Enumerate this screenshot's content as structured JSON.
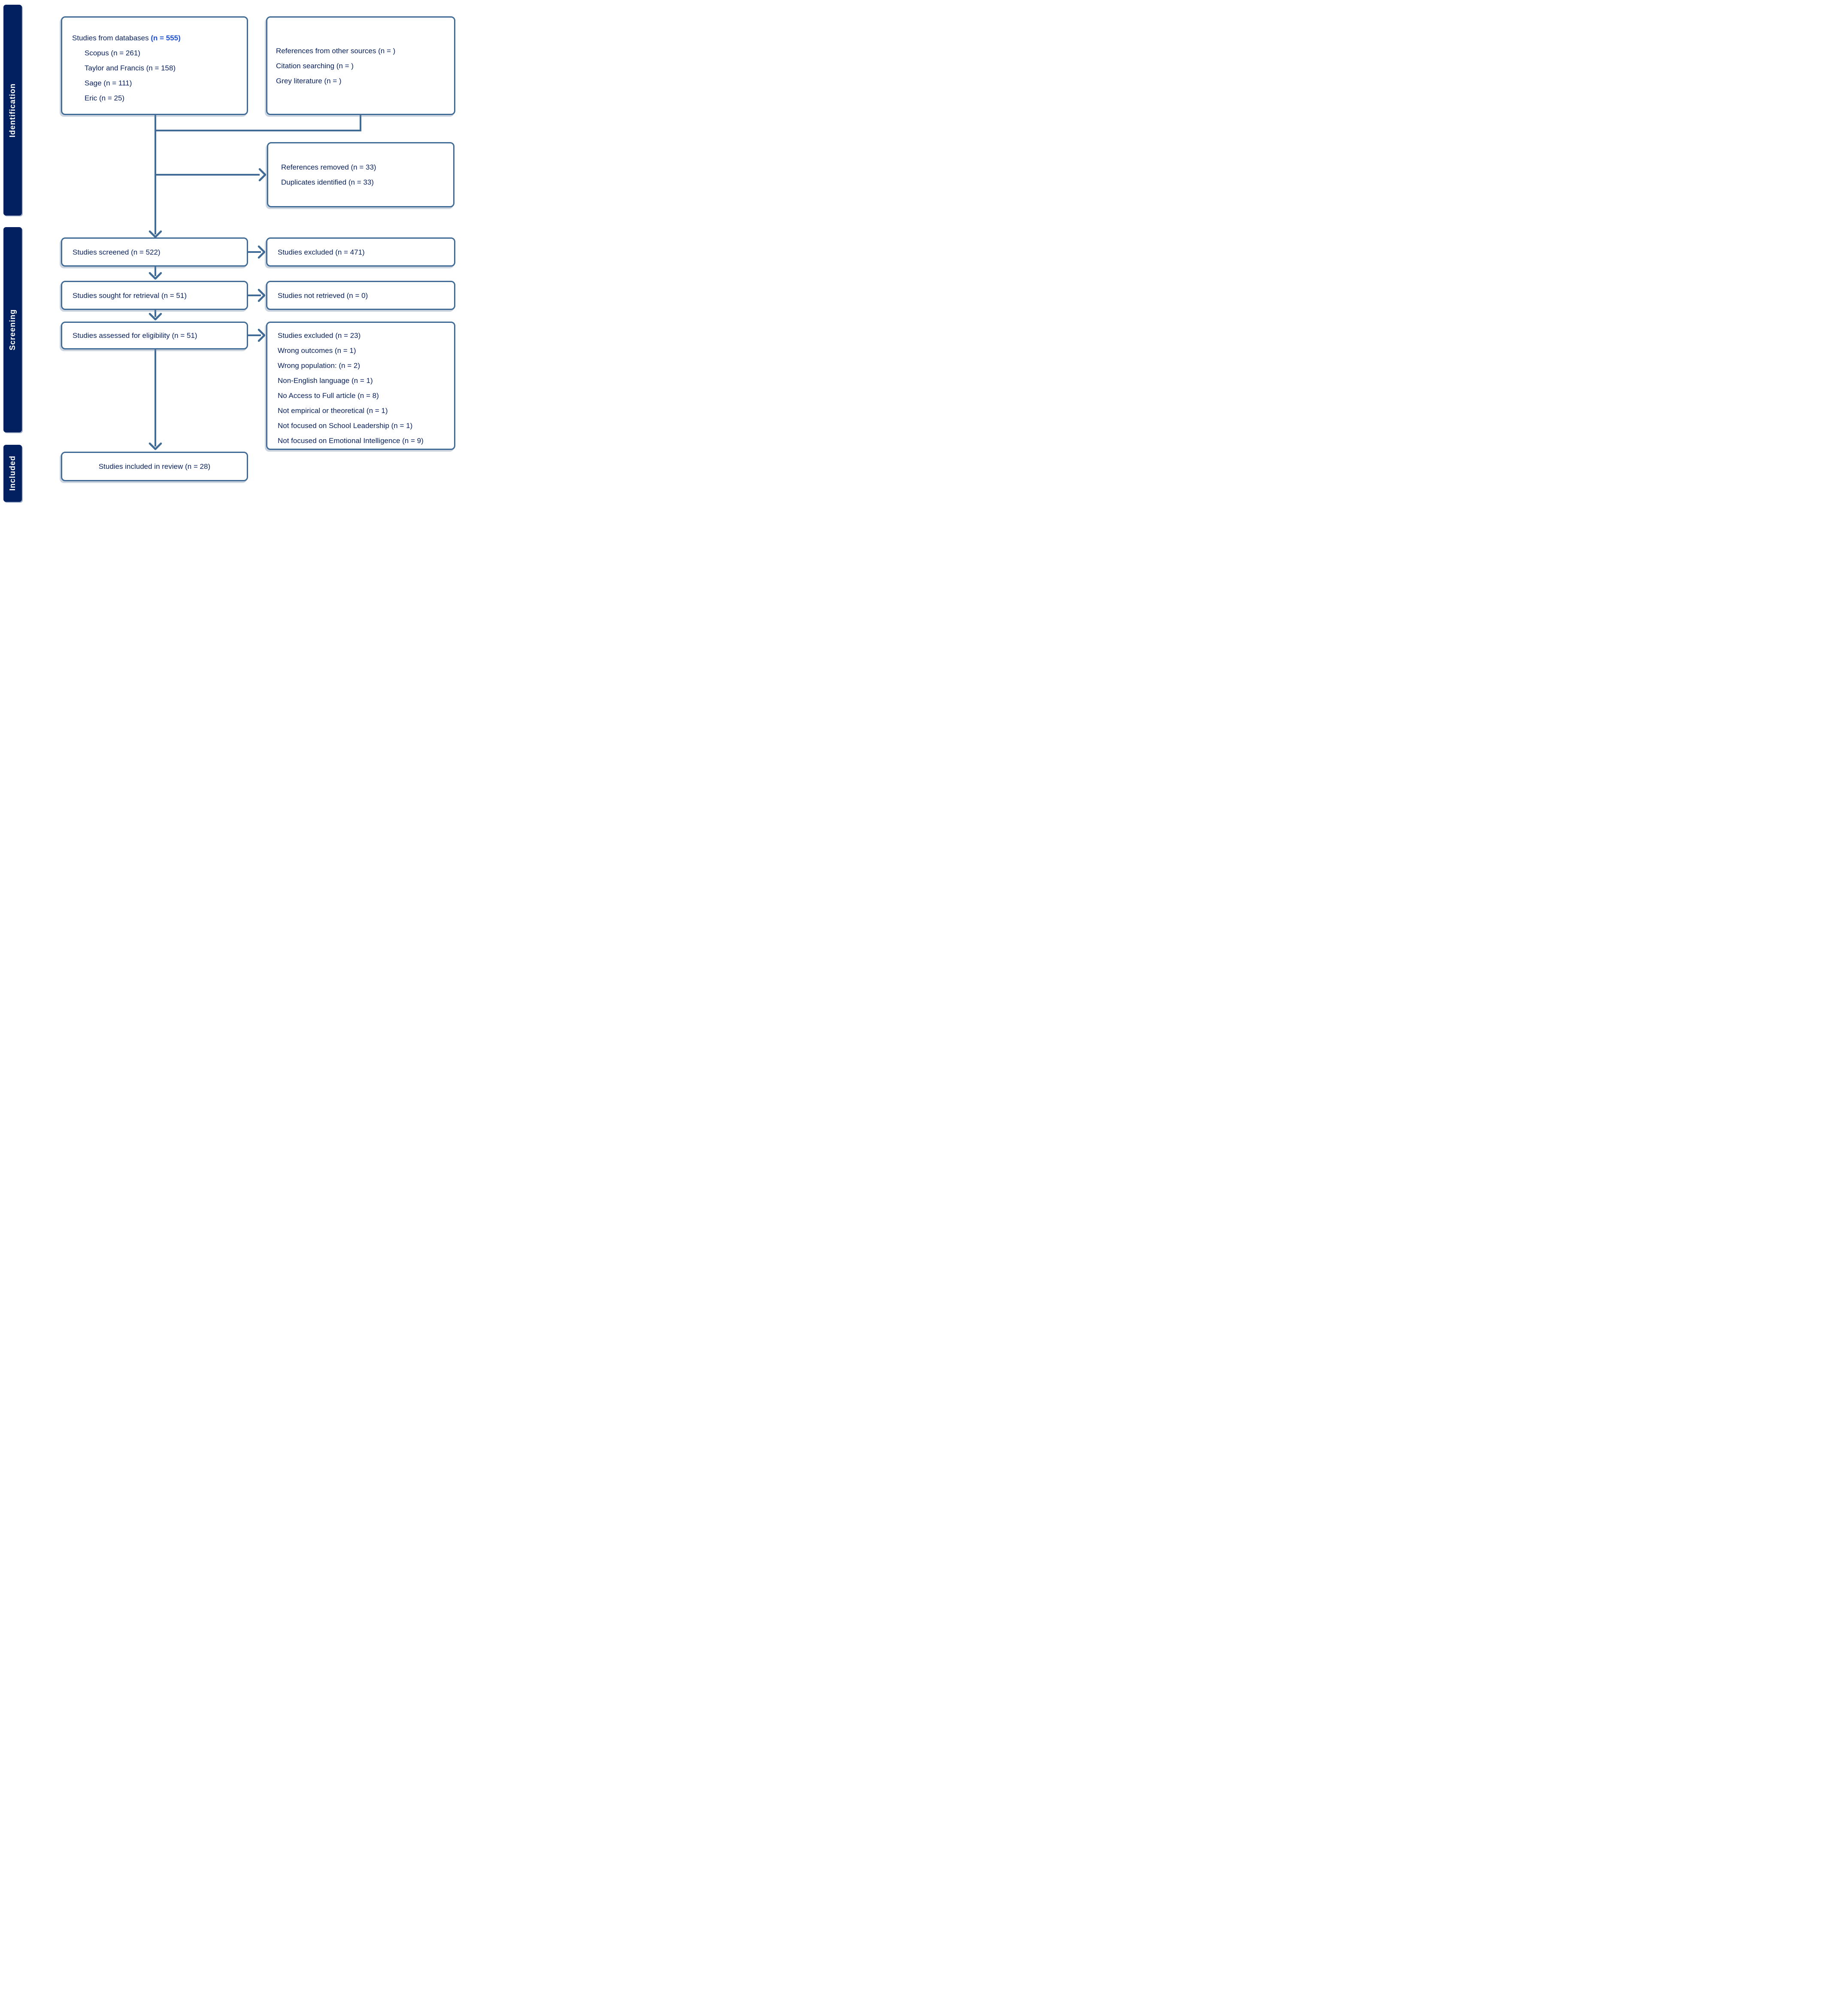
{
  "palette": {
    "stage_bar_navy": "#02205f",
    "box_border_steel_blue": "#3f6b96",
    "text_navy": "#07205c",
    "count_accent_blue": "#1d4fd1",
    "background": "#ffffff"
  },
  "sidebar": {
    "identification": "Identification",
    "screening": "Screening",
    "included": "Included"
  },
  "boxes": {
    "databases": {
      "title_text": "Studies from databases ",
      "title_count": "(n = 555)",
      "items": [
        "Scopus (n = 261)",
        "Taylor and Francis (n = 158)",
        "Sage (n = 111)",
        "Eric (n = 25)"
      ]
    },
    "other_sources": {
      "lines": [
        "References from other sources (n = )",
        "Citation searching (n = )",
        "Grey literature (n = )"
      ]
    },
    "removed": {
      "lines": [
        "References removed (n = 33)",
        "Duplicates identified (n = 33)"
      ]
    },
    "screened": {
      "label": "Studies screened (n = 522)"
    },
    "excluded_screening": {
      "label": "Studies excluded (n = 471)"
    },
    "sought": {
      "label": "Studies sought for retrieval (n = 51)"
    },
    "not_retrieved": {
      "label": "Studies not retrieved (n = 0)"
    },
    "assessed": {
      "label": "Studies assessed for eligibility (n = 51)"
    },
    "excluded_eligibility": {
      "lines": [
        "Studies excluded (n = 23)",
        "Wrong outcomes (n = 1)",
        "Wrong population: (n = 2)",
        "Non-English language (n = 1)",
        "No Access to Full article (n = 8)",
        "Not empirical or theoretical (n = 1)",
        "Not focused on School Leadership (n = 1)",
        "Not focused on Emotional Intelligence (n = 9)"
      ]
    },
    "included_review": {
      "label": "Studies included in review (n = 28)"
    }
  }
}
